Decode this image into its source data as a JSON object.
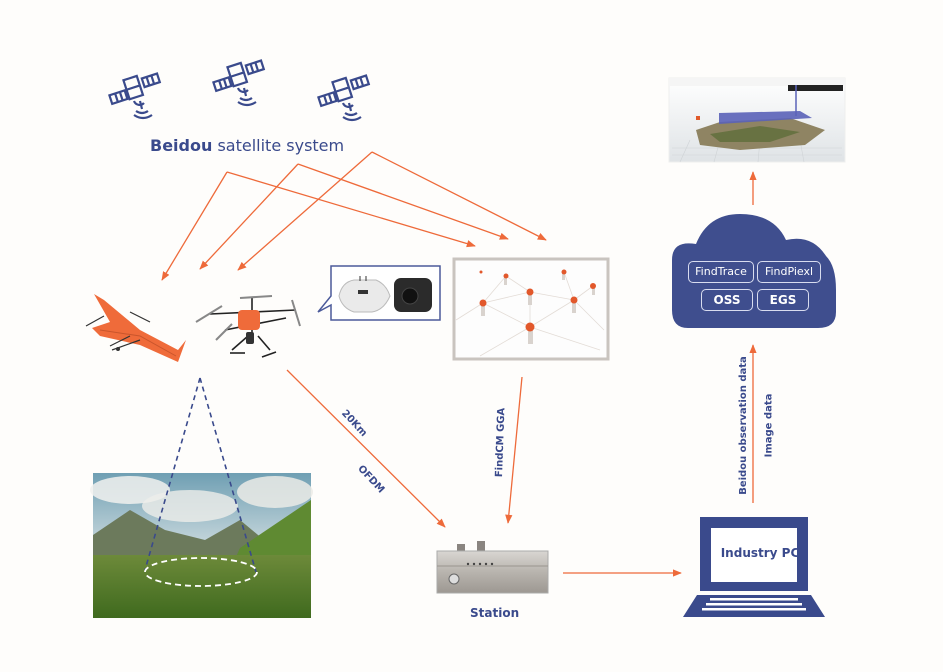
{
  "diagram": {
    "title_bold": "Beidou",
    "title_rest": " satellite system",
    "icons": {
      "satellites": [
        "satellite-icon",
        "satellite-icon",
        "satellite-icon"
      ],
      "fixed_wing": "fixed-wing-drone-icon",
      "multirotor": "multirotor-drone-icon",
      "payload": [
        "gnss-receiver-icon",
        "camera-icon"
      ],
      "network": "cors-network-icon",
      "landscape": "landscape-photo",
      "station": "base-station-icon",
      "laptop": "laptop-icon",
      "cloud": "cloud-icon",
      "model": "3d-model-screenshot"
    },
    "labels": {
      "link_distance": "20Km",
      "link_protocol": "OFDM",
      "correction": "FindCM GGA",
      "station": "Station",
      "industry_pc": "Industry PC",
      "upload_1": "Beidou observation data",
      "upload_2": "Image data"
    },
    "cloud_services": [
      "FindTrace",
      "FindPiexl",
      "OSS",
      "EGS"
    ],
    "colors": {
      "navy": "#3a4a8c",
      "arrow": "#ee6a3a",
      "drone_orange": "#ef6b3a",
      "cloud": "#3f4e8e"
    }
  }
}
